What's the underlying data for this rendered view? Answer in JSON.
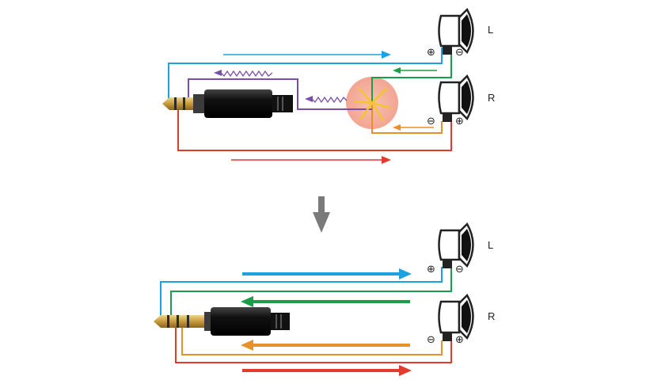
{
  "labels": {
    "top_left_earpiece": "L",
    "top_right_earpiece": "R",
    "bottom_left_earpiece": "L",
    "bottom_right_earpiece": "R"
  },
  "polarity": {
    "plus": "⊕",
    "minus": "⊖"
  },
  "colors": {
    "left_signal": "#1aa3e0",
    "common_return_left": "#1a9e4a",
    "common_return_right": "#e8902a",
    "right_signal": "#e23b2e",
    "interference_ground": "#7b4fa5",
    "interference_zone": "#f4a99a",
    "spark": "#f5c431",
    "plug_gold": "#c79a3b",
    "plug_body": "#111111",
    "step_arrow": "#7a7a7a"
  }
}
